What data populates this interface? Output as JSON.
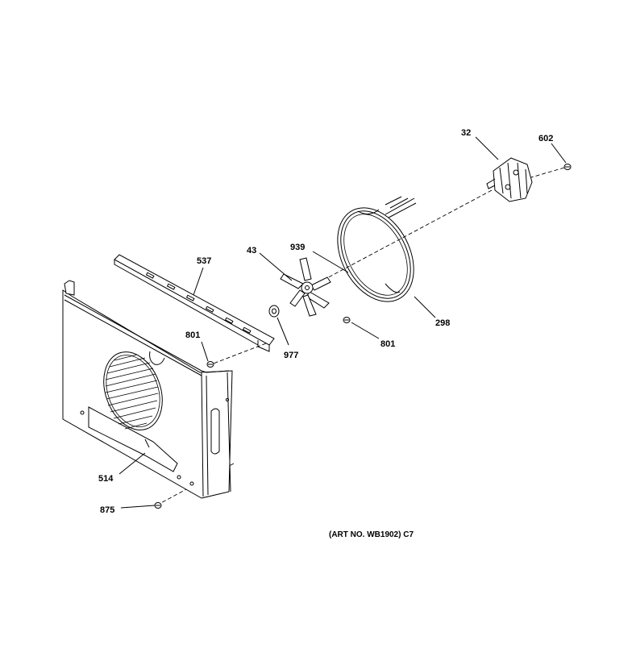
{
  "part_labels": {
    "p32": "32",
    "p602": "602",
    "p939": "939",
    "p43": "43",
    "p537": "537",
    "p298": "298",
    "p801a": "801",
    "p801b": "801",
    "p977": "977",
    "p514": "514",
    "p875": "875"
  },
  "caption": "(ART NO. WB1902) C7"
}
